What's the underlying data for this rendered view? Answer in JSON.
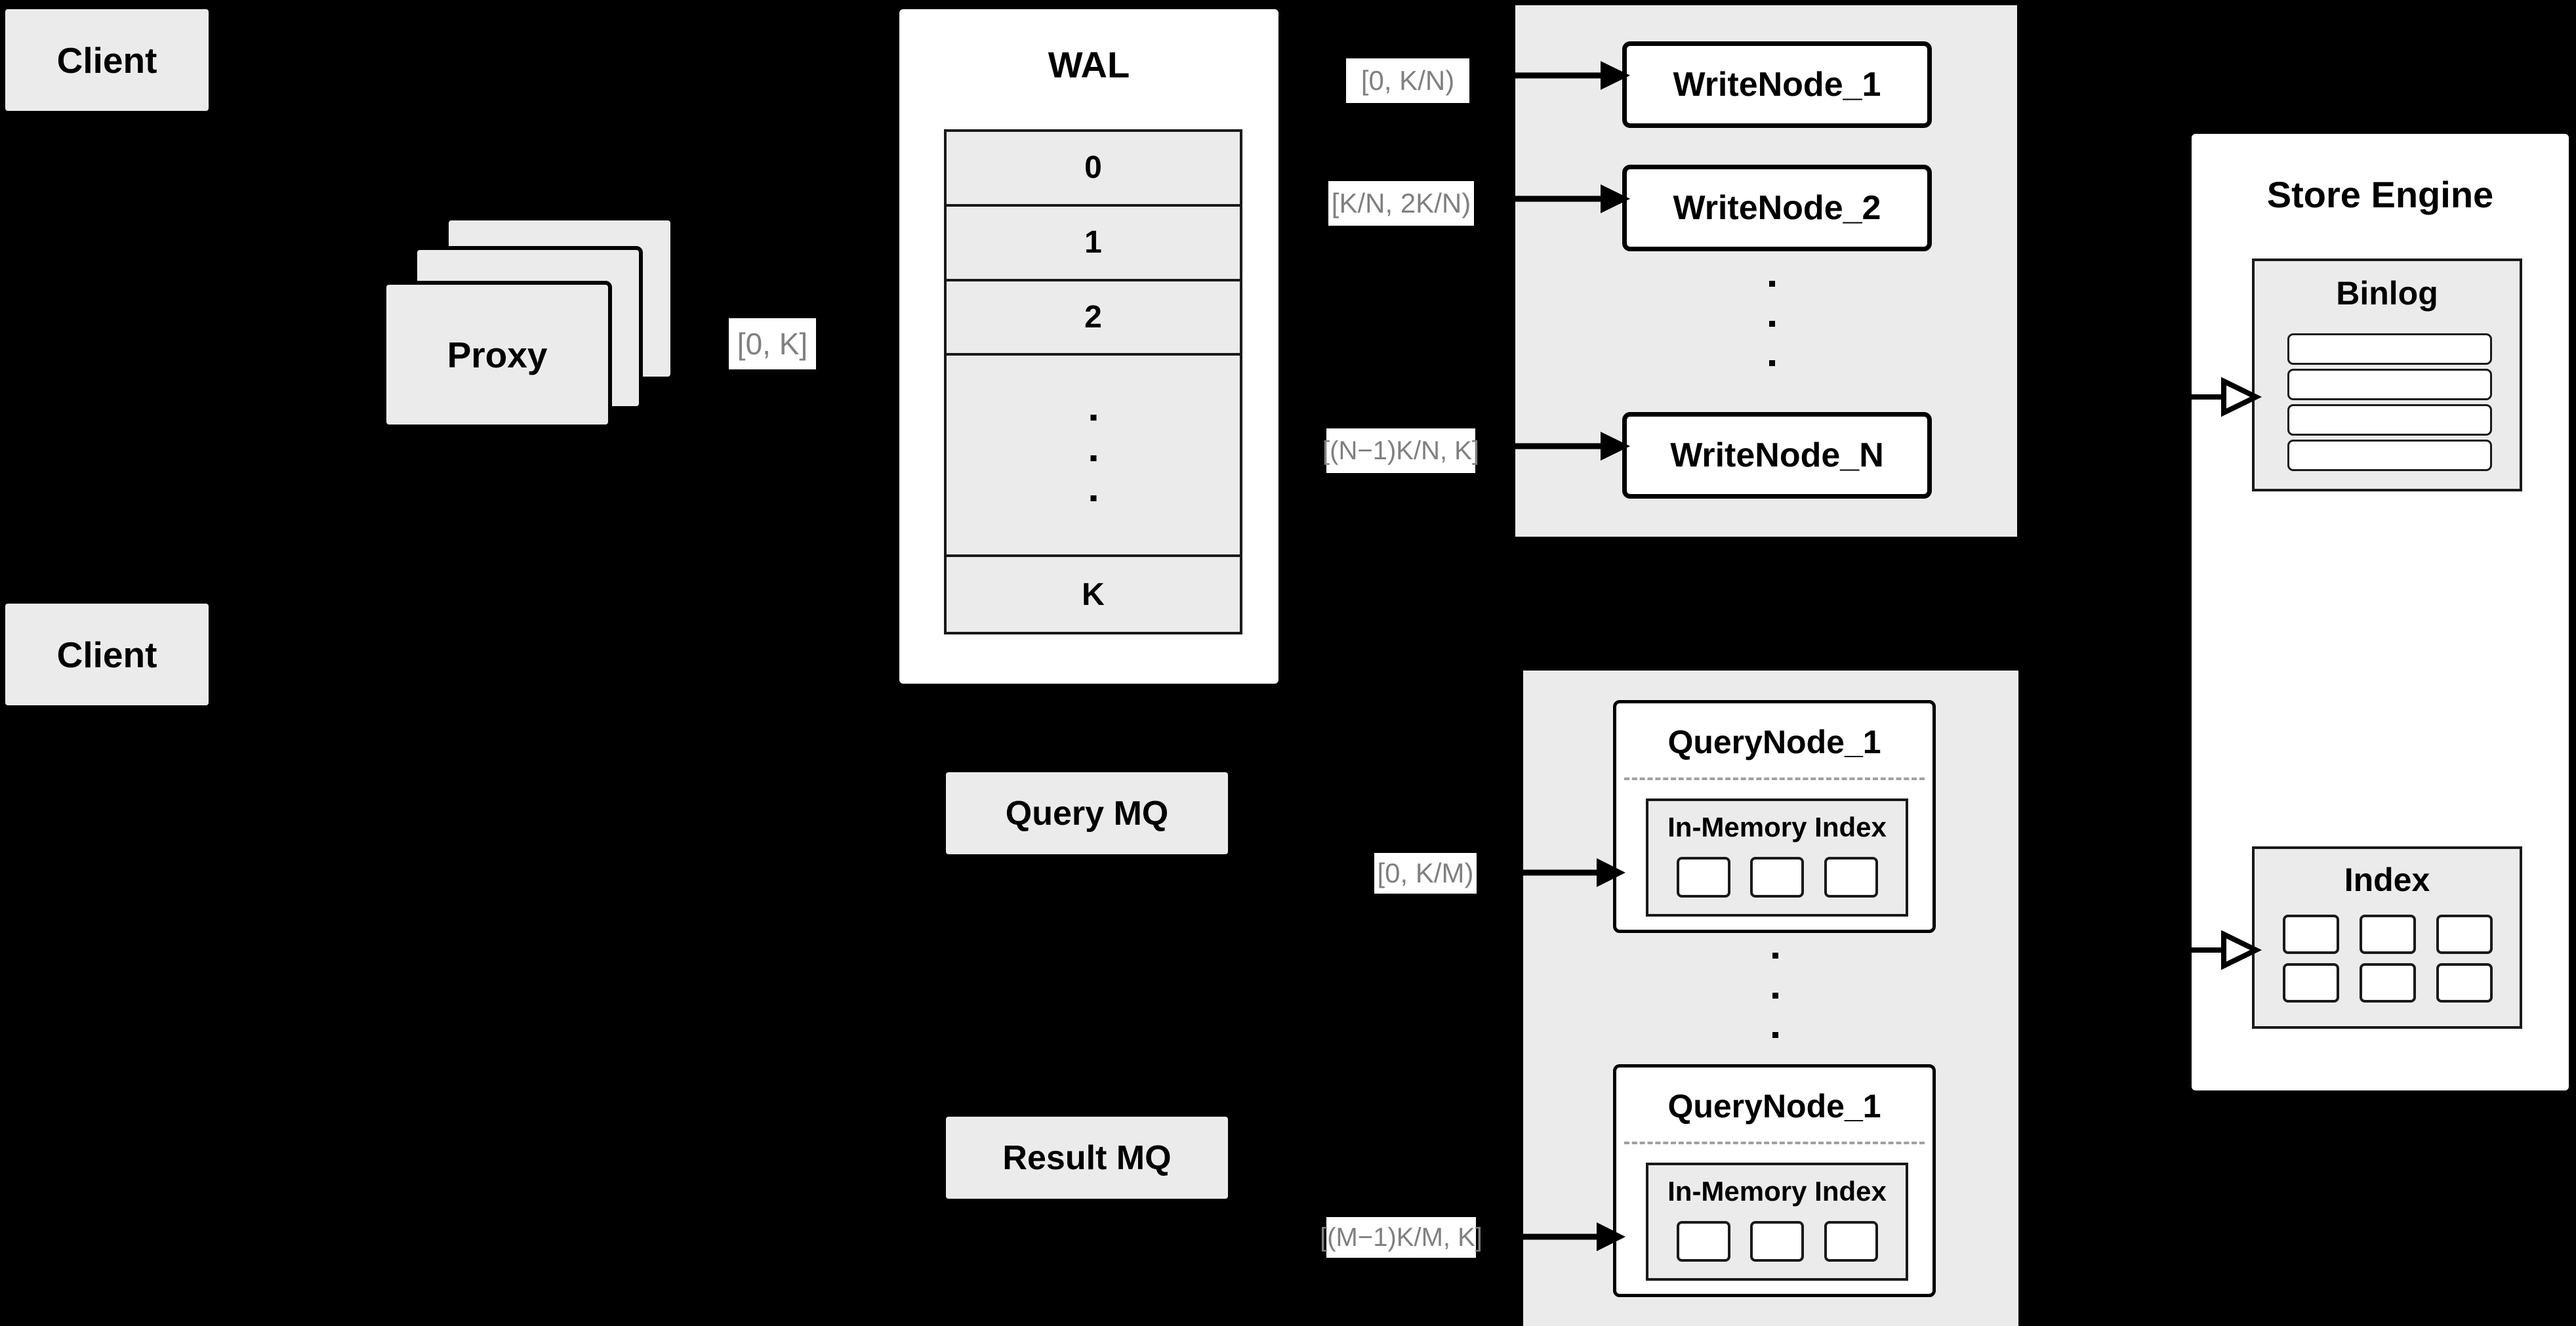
{
  "diagram": {
    "title": "Distributed write / query engine architecture",
    "background_color": "#000000",
    "fill_light": "#ebebeb",
    "fill_white": "#ffffff",
    "stroke": "#000000",
    "label_text_color": "#808080"
  },
  "clients": [
    {
      "label": "Client"
    },
    {
      "label": "Client"
    }
  ],
  "proxy": {
    "label": "Proxy",
    "stack_count": 3
  },
  "wal": {
    "title": "WAL",
    "cells": [
      "0",
      "1",
      "2",
      "⋮",
      "K"
    ],
    "ellipsis_index": 3,
    "ellipsis_dots": 3
  },
  "queues": [
    {
      "label": "Query MQ"
    },
    {
      "label": "Result MQ"
    }
  ],
  "write_group": {
    "nodes": [
      {
        "label": "WriteNode_1"
      },
      {
        "label": "WriteNode_2"
      },
      {
        "label": "WriteNode_N"
      }
    ],
    "ellipsis_dots": 3
  },
  "query_group": {
    "nodes": [
      {
        "label": "QueryNode_1",
        "index": {
          "title": "In-Memory Index",
          "chips": 3
        }
      },
      {
        "label": "QueryNode_1",
        "index": {
          "title": "In-Memory Index",
          "chips": 3
        }
      }
    ],
    "ellipsis_dots": 3
  },
  "store_engine": {
    "title": "Store Engine",
    "binlog": {
      "title": "Binlog",
      "rows": 4
    },
    "index": {
      "title": "Index",
      "chips": 6,
      "chip_columns": 3
    }
  },
  "edge_labels": {
    "proxy_to_wal": "[0, K]",
    "wal_to_write_1": "[0,  K/N)",
    "wal_to_write_2": "[K/N, 2K/N)",
    "wal_to_write_n": "[(N−1)K/N,  K]",
    "mq_to_query_1": "[0, K/M)",
    "mq_to_query_m": "[(M−1)K/M, K]"
  }
}
